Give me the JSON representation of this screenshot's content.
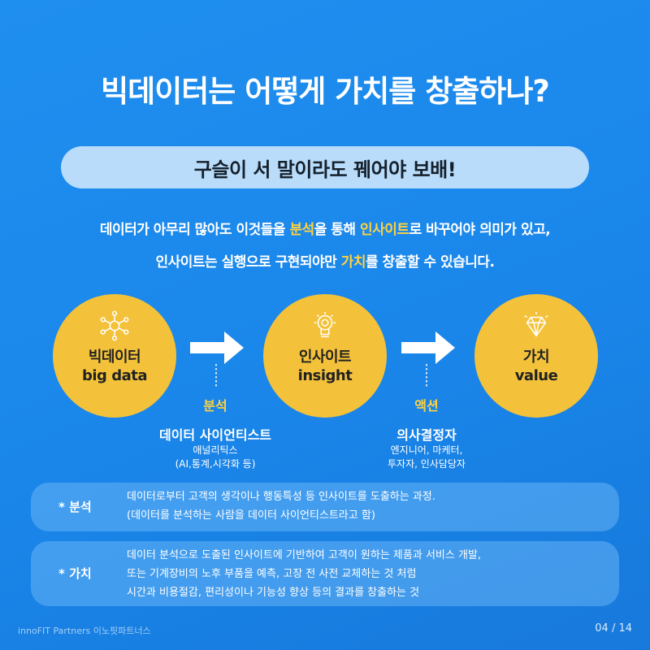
{
  "title": "빅데이터는 어떻게 가치를 창출하나?",
  "subtitle": "구슬이 서 말이라도 꿰어야 보배!",
  "desc": {
    "line1": {
      "a": "데이터가 아무리 많아도 이것들을 ",
      "h1": "분석",
      "b": "을 통해 ",
      "h2": "인사이트",
      "c": "로 바꾸어야  의미가 있고,"
    },
    "line2": {
      "a": "인사이트는 실행으로 구현되야만 ",
      "h1": "가치",
      "b": "를 창출할 수 있습니다."
    }
  },
  "flow": [
    {
      "name_ko": "빅데이터",
      "name_en": "big data",
      "icon": "network-icon"
    },
    {
      "name_ko": "인사이트",
      "name_en": "insight",
      "icon": "lightbulb-icon"
    },
    {
      "name_ko": "가치",
      "name_en": "value",
      "icon": "diamond-icon"
    }
  ],
  "steps": [
    {
      "label": "분석",
      "who_title": "데이터 사이언티스트",
      "who_sub1": "애널리틱스",
      "who_sub2": "(AI,통계,시각화 등)"
    },
    {
      "label": "액션",
      "who_title": "의사결정자",
      "who_sub1": "엔지니어, 마케터,",
      "who_sub2": "투자자, 인사담당자"
    }
  ],
  "notes": [
    {
      "key": "* 분석",
      "lines": [
        "데이터로부터 고객의 생각이나 행동특성 등 인사이트를 도출하는 과정.",
        "(데이터를 분석하는 사람을 데이터 사이언티스트라고 함)"
      ]
    },
    {
      "key": "* 가치",
      "lines": [
        "데이터 분석으로 도출된 인사이트에 기반하여 고객이 원하는 제품과 서비스 개발,",
        "또는 기계장비의 노후 부품을 예측, 고장 전 사전 교체하는 것 처럼",
        "시간과 비용절감, 편리성이나 기능성 향상 등의 결과를 창출하는 것"
      ]
    }
  ],
  "footer": {
    "logo": "innoFIT Partners 이노핏파트너스",
    "page": "04 / 14"
  },
  "colors": {
    "background": "#1f8fef",
    "accent": "#ffd23f",
    "circle": "#f4c23a",
    "pill": "#b8dcfa"
  }
}
